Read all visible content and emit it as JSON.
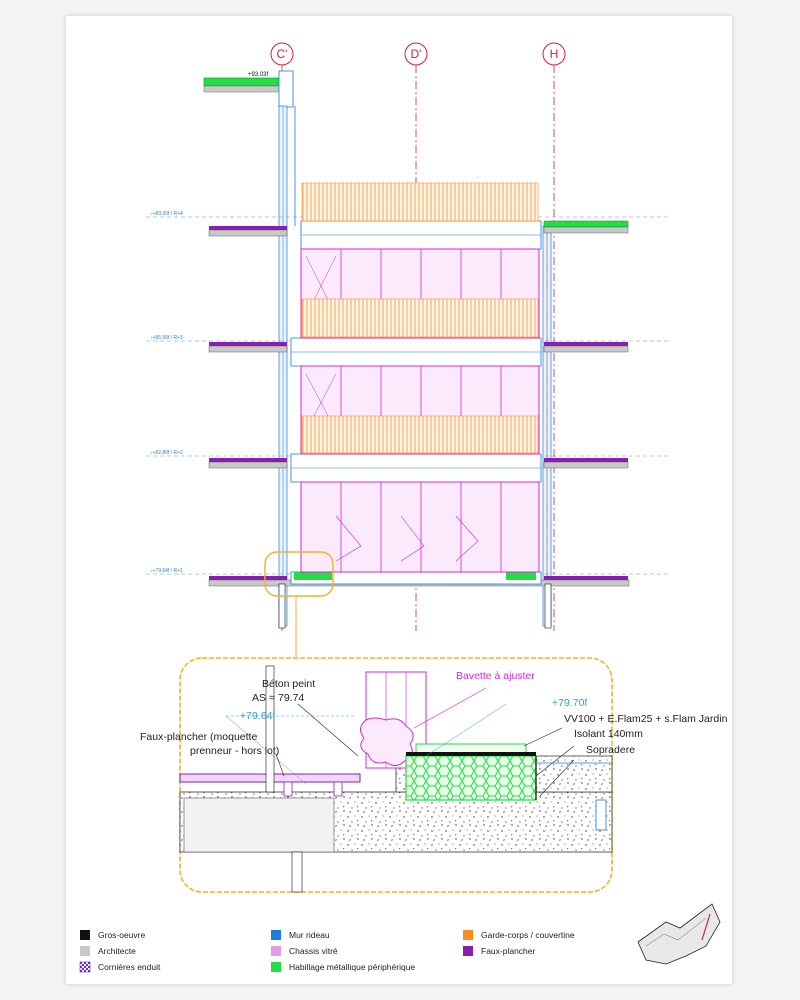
{
  "grid_axes": [
    {
      "id": "axis-c",
      "label": "C'"
    },
    {
      "id": "axis-d",
      "label": "D'"
    },
    {
      "id": "axis-h",
      "label": "H"
    }
  ],
  "top_elevation": "+93.03f",
  "levels_left": [
    {
      "label": "↓+89.20f / R+4"
    },
    {
      "label": "↓+85.90f / R+3"
    },
    {
      "label": "↓+82.80f / R+2"
    },
    {
      "label": "↓+79.64f / R+1"
    }
  ],
  "detail": {
    "beton_peint": "Béton peint",
    "as_value": "AS = 79.74",
    "level_left": "+79.64f",
    "faux_plancher_line1": "Faux-plancher (moquette",
    "faux_plancher_line2": "prenneur - hors lot)",
    "bavette": "Bavette à ajuster",
    "level_right": "+79.70f",
    "vv100": "VV100 + E.Flam25 + s.Flam Jardin",
    "isolant": "Isolant 140mm",
    "sopradere": "Sopradere"
  },
  "legend": [
    {
      "label": "Gros-oeuvre",
      "color": "#111111"
    },
    {
      "label": "Architecte",
      "color": "#c8c8c8"
    },
    {
      "label": "Cornières enduit",
      "color": "#6a2ad0"
    },
    {
      "label": "Mur rideau",
      "color": "#1e7be0"
    },
    {
      "label": "Chassis vitré",
      "color": "#e69be8"
    },
    {
      "label": "Habillage métallique périphérique",
      "color": "#22dd44"
    },
    {
      "label": "Garde-corps / couvertine",
      "color": "#ff8a1e"
    },
    {
      "label": "Faux-plancher",
      "color": "#8a1eb4"
    }
  ],
  "colors": {
    "grid_red": "#d0243a",
    "level_blue": "#2a7fd0",
    "detail_frame": "#f0b429",
    "magenta_frame": "#d528d5",
    "green_cladding": "#22dd44",
    "orange_guard": "#ff8a1e",
    "purple_floor": "#8a1eb4"
  }
}
